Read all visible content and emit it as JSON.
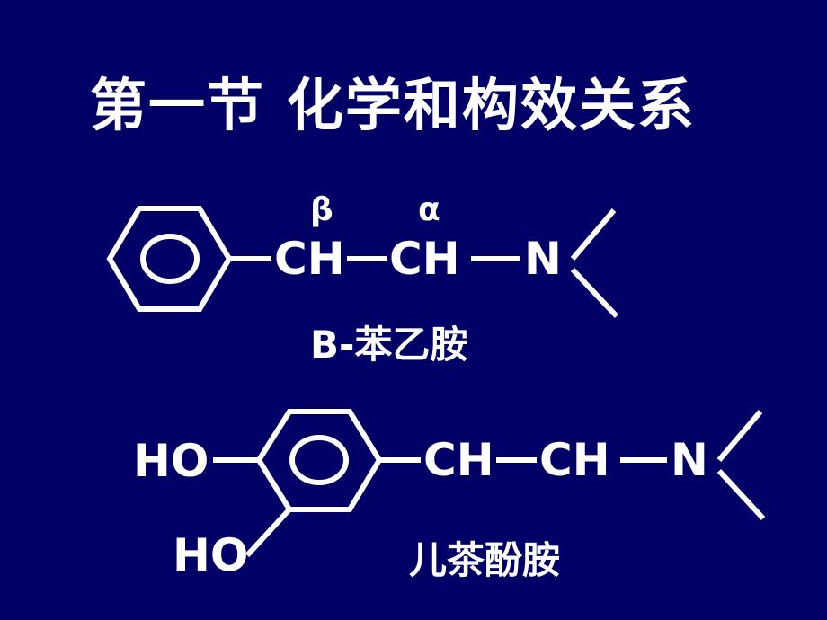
{
  "slide": {
    "background_color": "#000066",
    "foreground_color": "#ffffff",
    "title": "第一节  化学和构效关系"
  },
  "structures": [
    {
      "id": "phenylethylamine",
      "caption": "B-苯乙胺",
      "ring": {
        "type": "benzene",
        "inner_mark": "circle",
        "substituents": []
      },
      "chain": [
        {
          "label": "CH",
          "greek_label": "β"
        },
        {
          "label": "CH",
          "greek_label": "α"
        },
        {
          "label": "N",
          "greek_label": ""
        }
      ],
      "amine_branches": 2
    },
    {
      "id": "catecholamine",
      "caption": "儿茶酚胺",
      "ring": {
        "type": "benzene",
        "inner_mark": "circle",
        "substituents": [
          {
            "label": "HO",
            "position": "para-left-horizontal"
          },
          {
            "label": "HO",
            "position": "meta-lower-left-diagonal"
          }
        ]
      },
      "chain": [
        {
          "label": "CH",
          "greek_label": ""
        },
        {
          "label": "CH",
          "greek_label": ""
        },
        {
          "label": "N",
          "greek_label": ""
        }
      ],
      "amine_branches": 2
    }
  ]
}
